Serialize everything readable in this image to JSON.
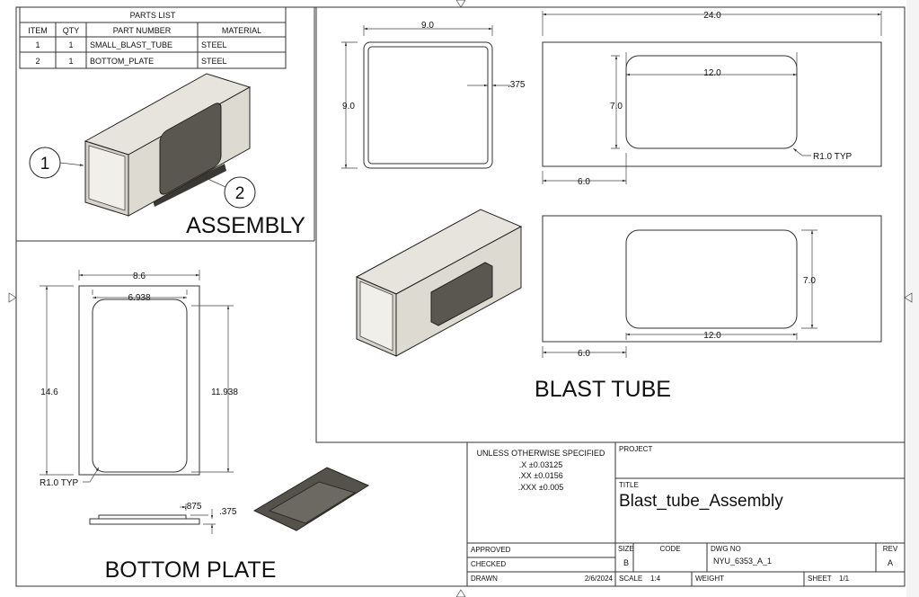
{
  "parts_list": {
    "title": "PARTS LIST",
    "headers": [
      "ITEM",
      "QTY",
      "PART NUMBER",
      "MATERIAL"
    ],
    "rows": [
      [
        "1",
        "1",
        "SMALL_BLAST_TUBE",
        "STEEL"
      ],
      [
        "2",
        "1",
        "BOTTOM_PLATE",
        "STEEL"
      ]
    ]
  },
  "views": {
    "assembly": {
      "label": "ASSEMBLY",
      "balloons": [
        "1",
        "2"
      ]
    },
    "blast_tube": {
      "label": "BLAST TUBE",
      "dims": {
        "front_width": "9.0",
        "front_height": "9.0",
        "wall": ".375",
        "overall_length": "24.0",
        "cutout_length_top": "12.0",
        "cutout_height_top": "7.0",
        "radius_note": "R1.0 TYP",
        "offset_top": "6.0",
        "cutout_height_bottom": "7.0",
        "cutout_length_bottom": "12.0",
        "offset_bottom": "6.0"
      }
    },
    "bottom_plate": {
      "label": "BOTTOM PLATE",
      "dims": {
        "width": "8.6",
        "inner_width": "6.938",
        "height": "14.6",
        "inner_height": "11.938",
        "radius_note": "R1.0 TYP",
        "step": ".875",
        "thickness": ".375"
      }
    }
  },
  "title_block": {
    "tolerances": {
      "heading": "UNLESS OTHERWISE SPECIFIED",
      "x": ".X ±0.03125",
      "xx": ".XX ±0.0156",
      "xxx": ".XXX ±0.005"
    },
    "project_label": "PROJECT",
    "title_label": "TITLE",
    "title": "Blast_tube_Assembly",
    "approved_label": "APPROVED",
    "checked_label": "CHECKED",
    "drawn_label": "DRAWN",
    "drawn_date": "2/6/2024",
    "size_label": "SIZE",
    "size": "B",
    "code_label": "CODE",
    "dwg_no_label": "DWG NO",
    "dwg_no": "NYU_6353_A_1",
    "rev_label": "REV",
    "rev": "A",
    "scale_label": "SCALE",
    "scale": "1:4",
    "weight_label": "WEIGHT",
    "sheet_label": "SHEET",
    "sheet": "1/1"
  },
  "colors": {
    "part_fill": "#e2e0d8",
    "part_dark": "#55524c",
    "line": "#333333"
  }
}
